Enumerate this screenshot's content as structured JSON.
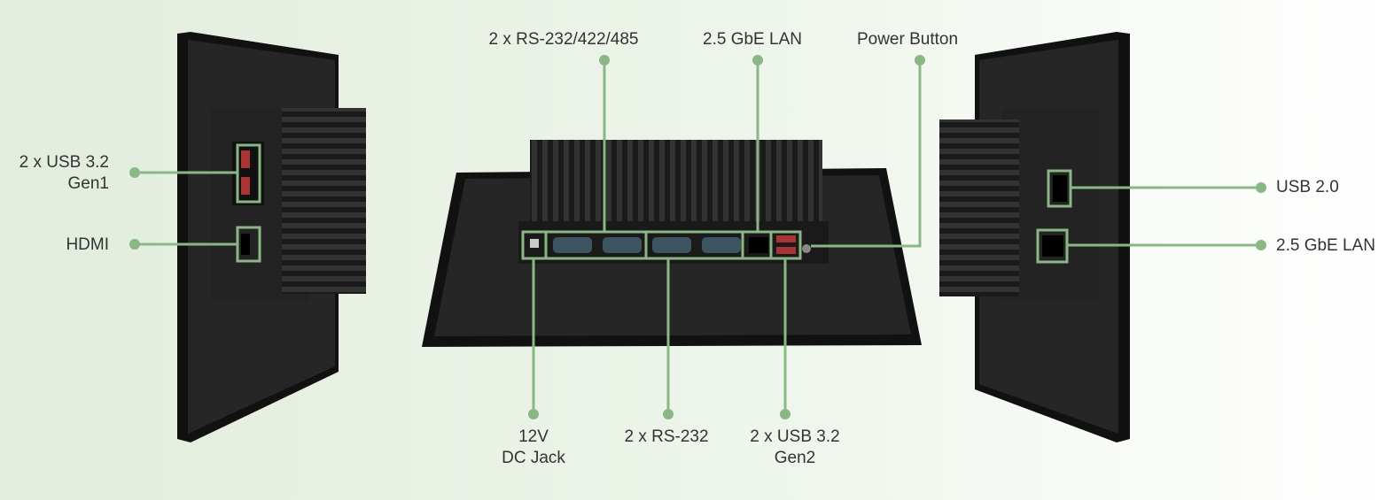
{
  "colors": {
    "callout": "#8ab884",
    "device": "#1c1c1c"
  },
  "labels": {
    "usb32_gen1": [
      "2 x USB 3.2",
      "Gen1"
    ],
    "hdmi": "HDMI",
    "serial_multi": "2 x RS-232/422/485",
    "lan_top": "2.5 GbE LAN",
    "power_button": "Power Button",
    "dc_jack": [
      "12V",
      "DC Jack"
    ],
    "rs232": "2 x RS-232",
    "usb32_gen2": [
      "2 x USB 3.2",
      "Gen2"
    ],
    "usb20": "USB 2.0",
    "lan_right": "2.5 GbE LAN"
  }
}
